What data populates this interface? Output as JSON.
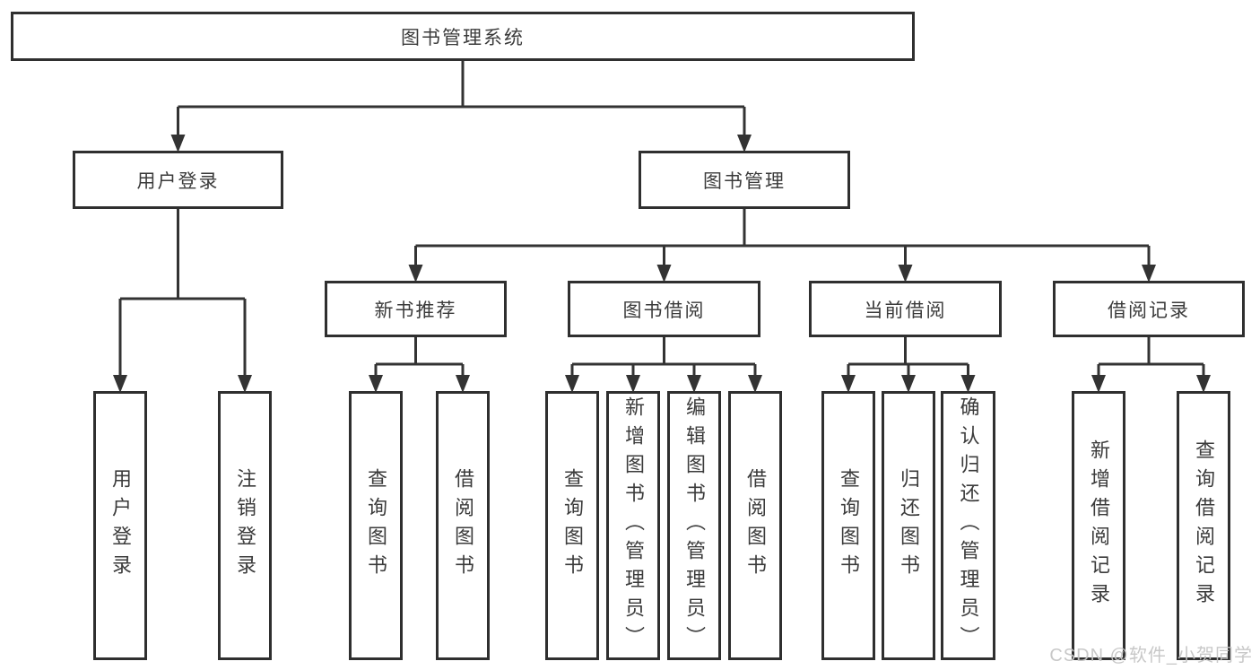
{
  "diagram": {
    "type": "hierarchy",
    "title": "图书管理系统",
    "colors": {
      "line": "#333333",
      "box_border": "#2f2f2f",
      "box_fill": "#ffffff",
      "text": "#3b3b3b"
    },
    "nodes": {
      "root": {
        "label": "图书管理系统"
      },
      "login": {
        "label": "用户登录"
      },
      "mgmt": {
        "label": "图书管理"
      },
      "newbook": {
        "label": "新书推荐"
      },
      "borrow": {
        "label": "图书借阅"
      },
      "current": {
        "label": "当前借阅"
      },
      "record": {
        "label": "借阅记录"
      },
      "l_userlogin": {
        "label": "用户登录"
      },
      "l_logout": {
        "label": "注销登录"
      },
      "l_nb_query": {
        "label": "查询图书"
      },
      "l_nb_borrow": {
        "label": "借阅图书"
      },
      "l_bw_query": {
        "label": "查询图书"
      },
      "l_bw_add": {
        "label": "新增图书（管理员）"
      },
      "l_bw_edit": {
        "label": "编辑图书（管理员）"
      },
      "l_bw_borrow": {
        "label": "借阅图书"
      },
      "l_cu_query": {
        "label": "查询图书"
      },
      "l_cu_return": {
        "label": "归还图书"
      },
      "l_cu_confirm": {
        "label": "确认归还（管理员）"
      },
      "l_rc_add": {
        "label": "新增借阅记录"
      },
      "l_rc_query": {
        "label": "查询借阅记录"
      }
    },
    "edges": [
      {
        "from": "root",
        "to": [
          "login",
          "mgmt"
        ]
      },
      {
        "from": "login",
        "to": [
          "l_userlogin",
          "l_logout"
        ]
      },
      {
        "from": "mgmt",
        "to": [
          "newbook",
          "borrow",
          "current",
          "record"
        ]
      },
      {
        "from": "newbook",
        "to": [
          "l_nb_query",
          "l_nb_borrow"
        ]
      },
      {
        "from": "borrow",
        "to": [
          "l_bw_query",
          "l_bw_add",
          "l_bw_edit",
          "l_bw_borrow"
        ]
      },
      {
        "from": "current",
        "to": [
          "l_cu_query",
          "l_cu_return",
          "l_cu_confirm"
        ]
      },
      {
        "from": "record",
        "to": [
          "l_rc_add",
          "l_rc_query"
        ]
      }
    ]
  },
  "watermark": {
    "text": "CSDN @软件_小贺同学"
  }
}
